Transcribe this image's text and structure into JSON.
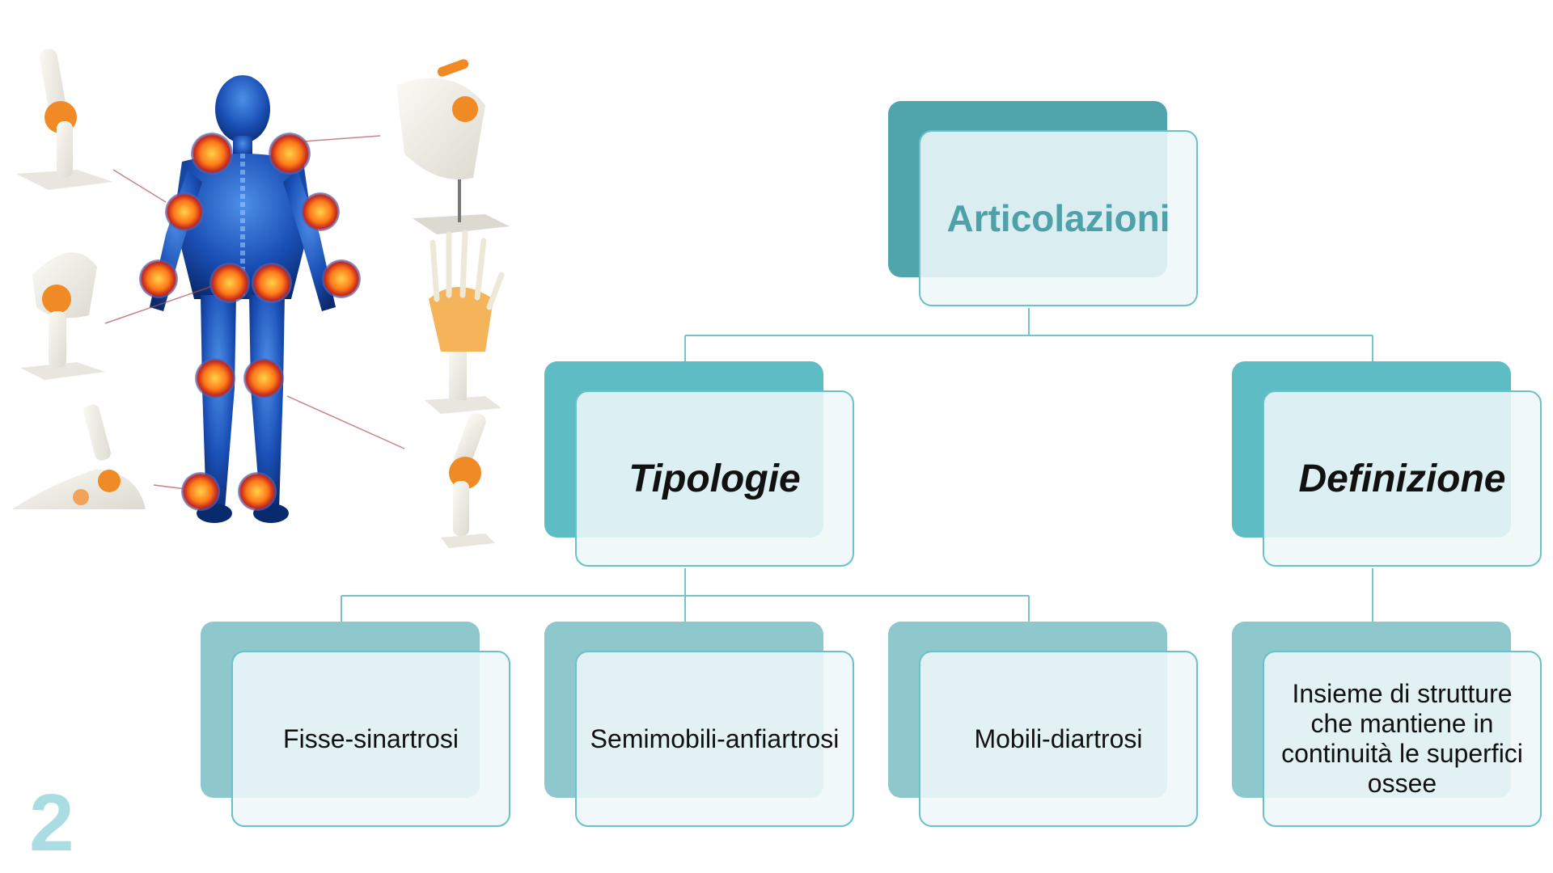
{
  "diagram": {
    "root": "Articolazioni",
    "branches": [
      {
        "label": "Tipologie",
        "children": [
          "Fisse-sinartrosi",
          "Semimobili-anfiartrosi",
          "Mobili-diartrosi"
        ]
      },
      {
        "label": "Definizione",
        "children": [
          "Insieme di strutture che mantiene in continuità le superfici ossee"
        ]
      }
    ]
  },
  "slide": {
    "number": "2"
  },
  "colors": {
    "root_box": "#4fa5ab",
    "mid_box": "#5dbcc4",
    "leaf_box": "#8ec7cc",
    "connector": "#78c3c9",
    "root_text": "#4ea1a8",
    "page_number": "#a9dde2"
  },
  "illustration": {
    "subject": "human body with highlighted joints and anatomical joint models",
    "icons": [
      "human-body-joints-icon",
      "elbow-model-icon",
      "hip-model-icon",
      "foot-model-icon",
      "shoulder-model-icon",
      "hand-model-icon",
      "knee-model-icon"
    ]
  }
}
